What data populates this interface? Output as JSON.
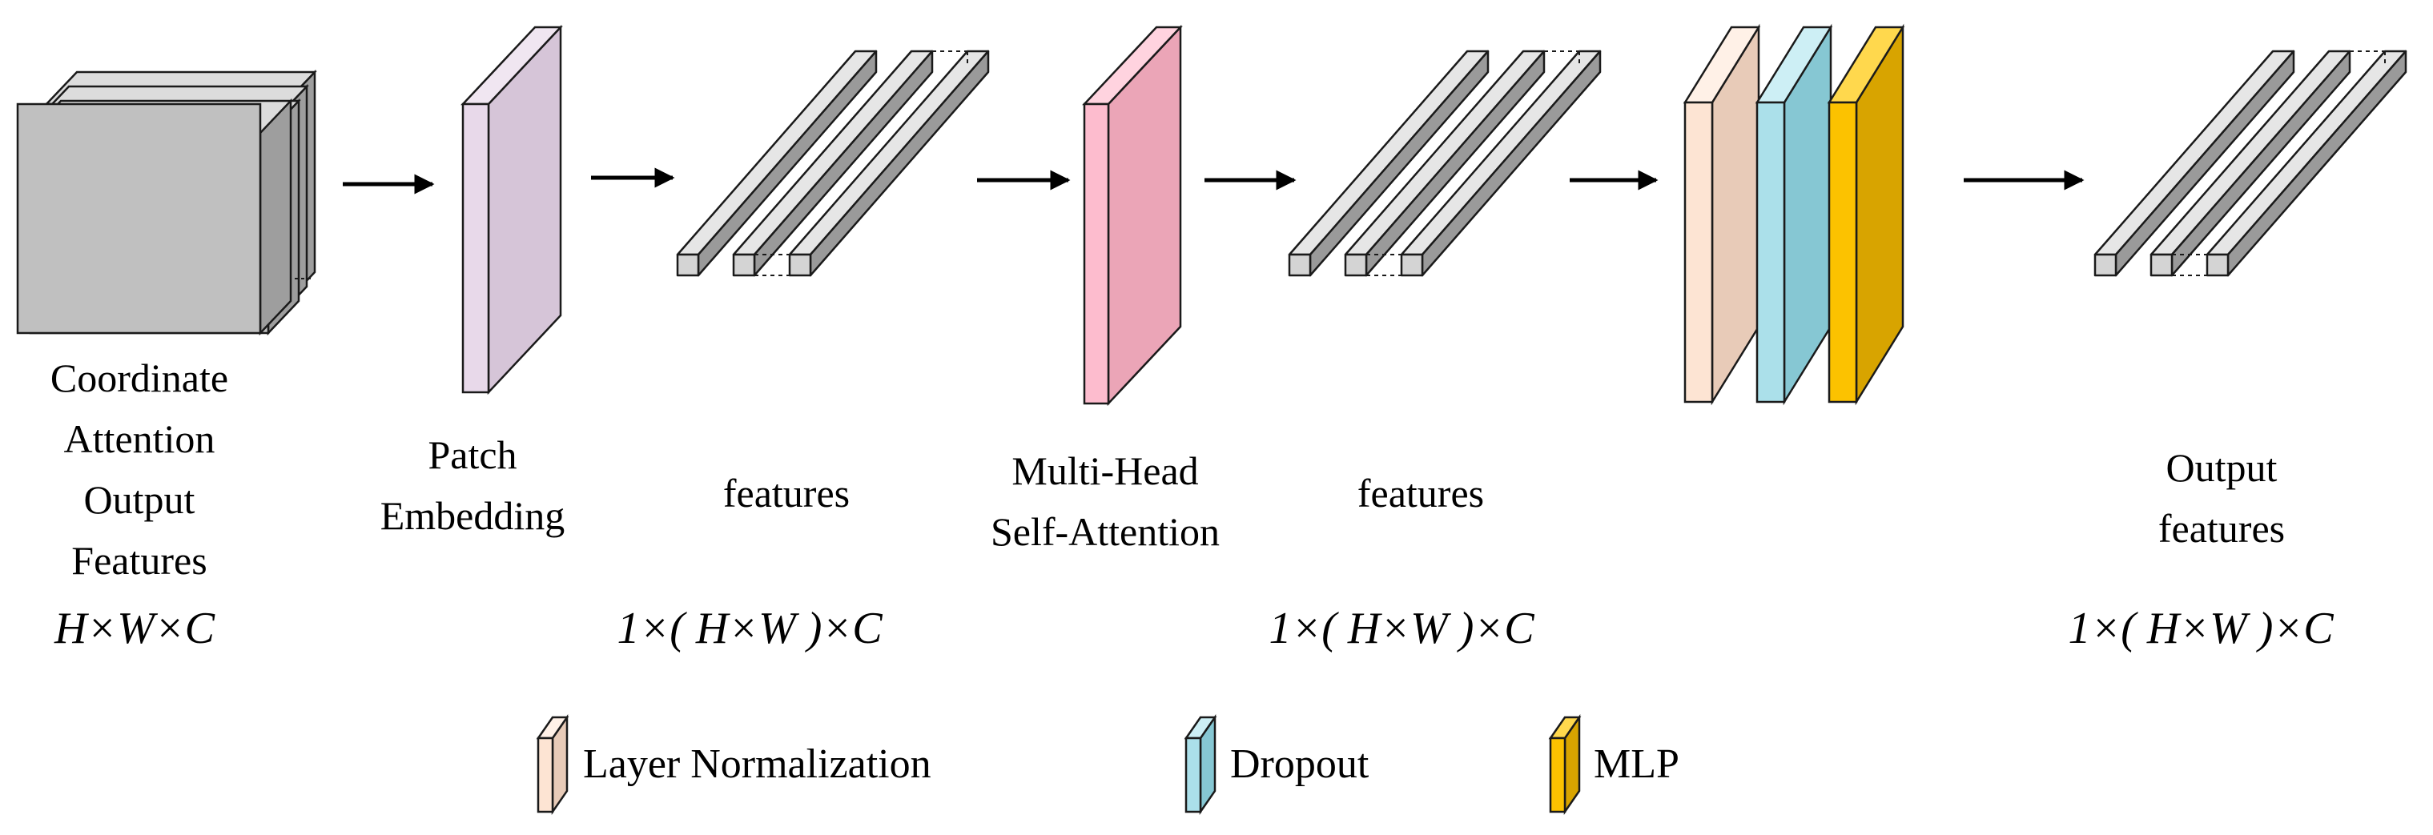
{
  "labels": {
    "coordinate_attention": [
      "Coordinate",
      "Attention",
      "Output",
      "Features"
    ],
    "patch_embedding": [
      "Patch",
      "Embedding"
    ],
    "features_1": "features",
    "multi_head": [
      "Multi-Head",
      "Self-Attention"
    ],
    "features_2": "features",
    "output_features": [
      "Output",
      "features"
    ]
  },
  "dimensions": {
    "input": "H×W×C",
    "features_1": "1×( H×W )×C",
    "features_2": "1×( H×W )×C",
    "output": "1×( H×W )×C"
  },
  "legend": [
    {
      "label": "Layer Normalization",
      "color": "#fde4d3"
    },
    {
      "label": "Dropout",
      "color": "#abe0ea"
    },
    {
      "label": "MLP",
      "color": "#fcc200"
    }
  ],
  "colors": {
    "feature_map": "#c0c0c0",
    "patch_embedding": "#e8d9ea",
    "multi_head_attention": "#fdbcce",
    "token_bar": "#d4d4d4",
    "layer_norm": "#fde4d3",
    "dropout": "#abe0ea",
    "mlp": "#fcc200",
    "stroke": "#1a1a1a"
  }
}
